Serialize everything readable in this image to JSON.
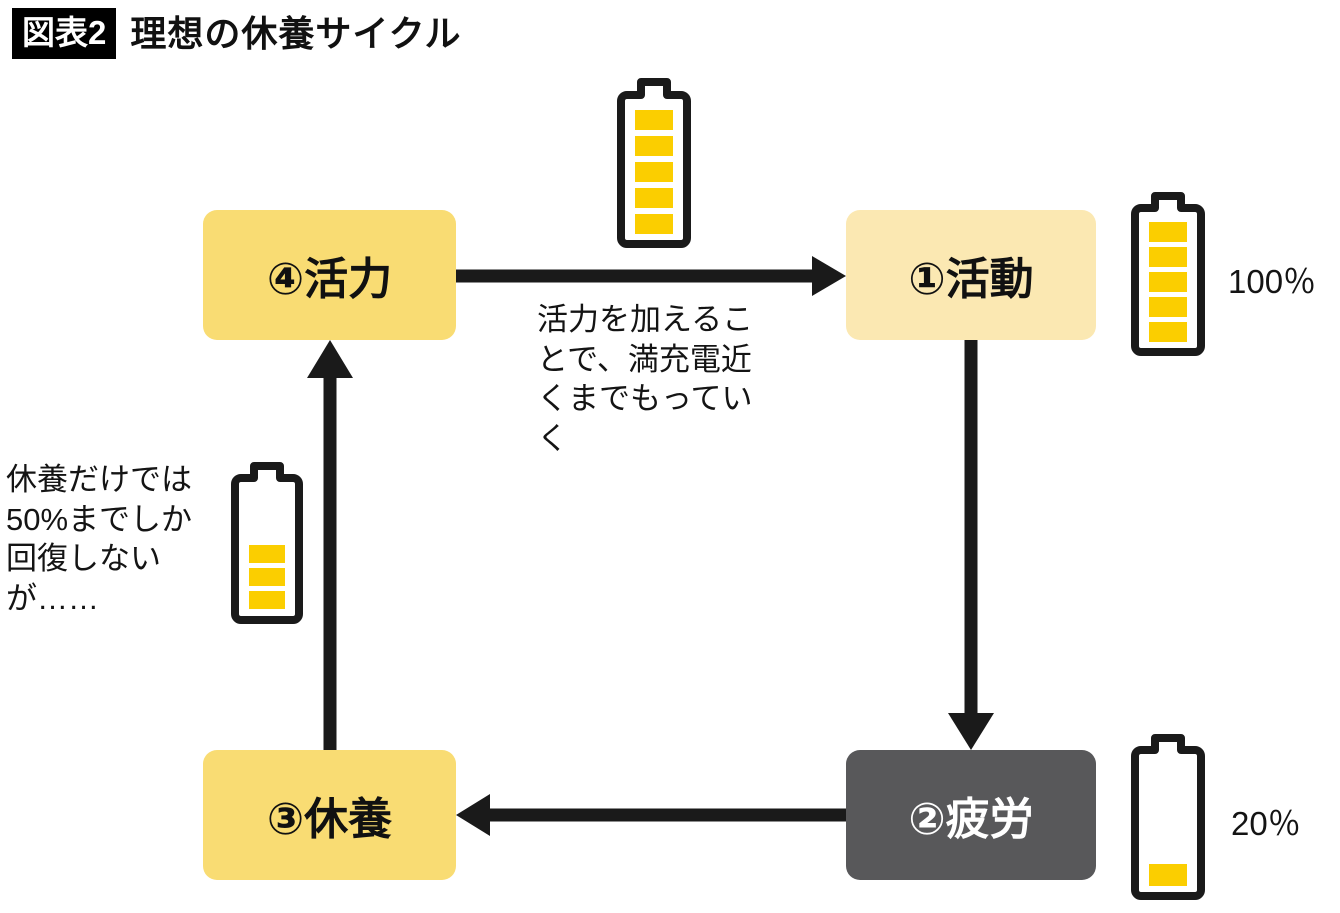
{
  "header": {
    "badge": "図表2",
    "title": "理想の休養サイクル"
  },
  "nodes": [
    {
      "id": "vitality",
      "label": "④活力",
      "fill": "#F9DC73",
      "text_color": "#111111"
    },
    {
      "id": "activity",
      "label": "①活動",
      "fill": "#FBE8B2",
      "text_color": "#111111"
    },
    {
      "id": "fatigue",
      "label": "②疲労",
      "fill": "#58585A",
      "text_color": "#FFFFFF"
    },
    {
      "id": "rest",
      "label": "③休養",
      "fill": "#F9DC73",
      "text_color": "#111111"
    }
  ],
  "annotations": {
    "charge_note": "活力を加えることで、満充電近くまでもっていく",
    "rest_note": "休養だけでは50%までしか回復しないが……"
  },
  "batteries": [
    {
      "id": "top-full",
      "segments_filled": 5,
      "segments_total": 5,
      "percent_label": ""
    },
    {
      "id": "activity",
      "segments_filled": 5,
      "segments_total": 5,
      "percent_label": "100％"
    },
    {
      "id": "fatigue",
      "segments_filled": 1,
      "segments_total": 5,
      "percent_label": "20％"
    },
    {
      "id": "rest-half",
      "segments_filled": 3,
      "segments_total": 5,
      "percent_label": ""
    }
  ],
  "colors": {
    "battery_fill": "#FBCE00",
    "battery_outline": "#1A1A1A",
    "arrow": "#1A1A1A",
    "accent_gold": "#F9DC73",
    "accent_cream": "#FBE8B2",
    "dark_gray": "#58585A",
    "background": "#FFFFFF"
  },
  "flow": {
    "arrows": [
      {
        "from": "④活力",
        "to": "①活動",
        "direction": "right"
      },
      {
        "from": "①活動",
        "to": "②疲労",
        "direction": "down"
      },
      {
        "from": "②疲労",
        "to": "③休養",
        "direction": "left"
      },
      {
        "from": "③休養",
        "to": "④活力",
        "direction": "up"
      }
    ]
  }
}
